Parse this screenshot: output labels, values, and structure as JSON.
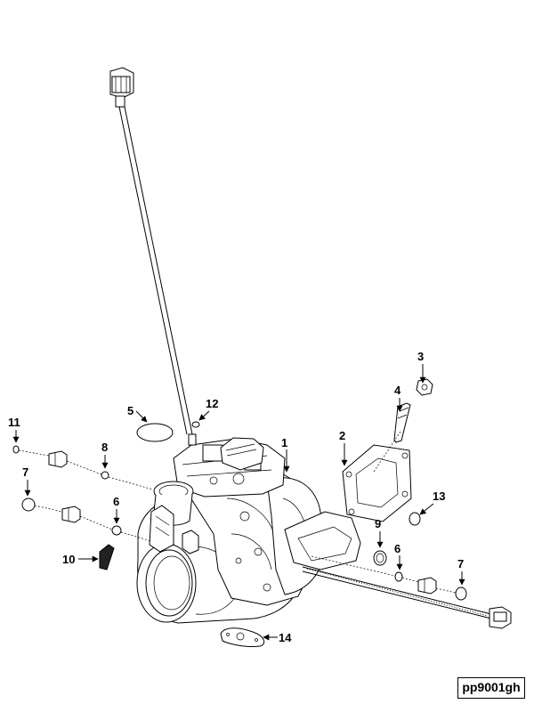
{
  "diagram": {
    "figure_id": "pp9001gh",
    "callouts": [
      {
        "id": "c1",
        "label": "1"
      },
      {
        "id": "c2",
        "label": "2"
      },
      {
        "id": "c3",
        "label": "3"
      },
      {
        "id": "c4",
        "label": "4"
      },
      {
        "id": "c5",
        "label": "5"
      },
      {
        "id": "c6a",
        "label": "6"
      },
      {
        "id": "c6b",
        "label": "6"
      },
      {
        "id": "c7a",
        "label": "7"
      },
      {
        "id": "c7b",
        "label": "7"
      },
      {
        "id": "c8",
        "label": "8"
      },
      {
        "id": "c9",
        "label": "9"
      },
      {
        "id": "c10",
        "label": "10"
      },
      {
        "id": "c11",
        "label": "11"
      },
      {
        "id": "c12",
        "label": "12"
      },
      {
        "id": "c13",
        "label": "13"
      },
      {
        "id": "c14",
        "label": "14"
      }
    ]
  }
}
